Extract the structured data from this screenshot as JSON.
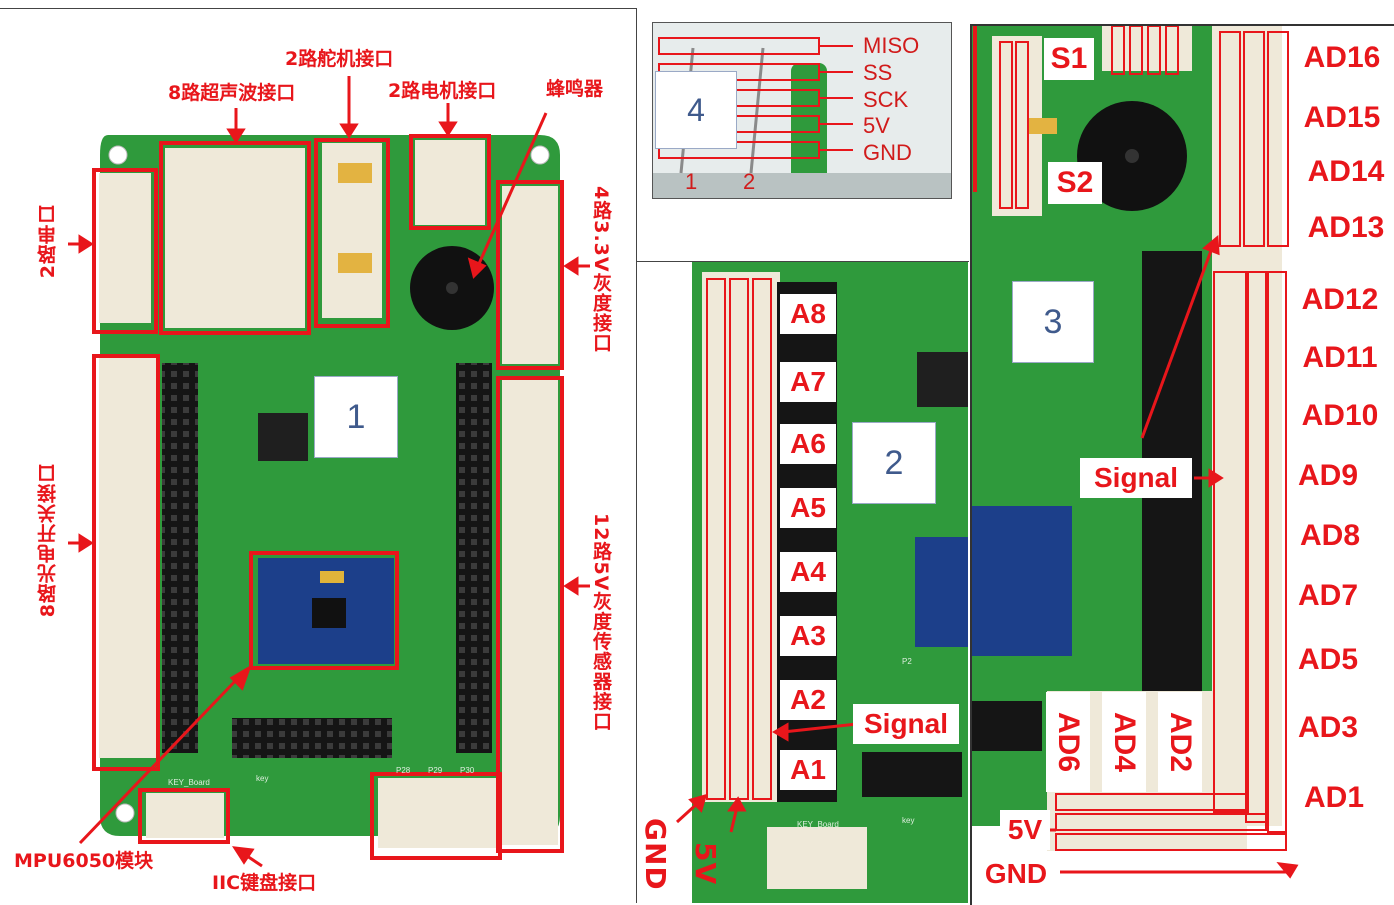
{
  "panel1": {
    "number": "1",
    "labels": {
      "ultrasonic": "8路超声波接口",
      "servo": "2路舵机接口",
      "motor": "2路电机接口",
      "buzzer": "蜂鸣器",
      "serial": "2路串口",
      "gray33": "4路3.3V灰度接口",
      "photo": "8路光电开关接口",
      "gray5": "12路5V灰度传感器接口",
      "mpu": "MPU6050模块",
      "iic": "IIC键盘接口"
    },
    "silk": {
      "key_board": "KEY_Board",
      "key": "key",
      "p28": "P28",
      "p29": "P29",
      "p30": "P30"
    }
  },
  "panel4": {
    "number": "4",
    "pins": [
      "MISO",
      "SS",
      "SCK",
      "5V",
      "GND"
    ],
    "cols": [
      "1",
      "2"
    ]
  },
  "panel2": {
    "number": "2",
    "channels": [
      "A8",
      "A7",
      "A6",
      "A5",
      "A4",
      "A3",
      "A2",
      "A1"
    ],
    "signal": "Signal",
    "gnd": "GND",
    "v5": "5V",
    "silk": {
      "key_board": "KEY_Board",
      "key": "key",
      "p2": "P2"
    }
  },
  "panel3": {
    "number": "3",
    "right_top": [
      "AD16",
      "AD15",
      "AD14",
      "AD13"
    ],
    "right_bottom": [
      "AD12",
      "AD11",
      "AD10",
      "AD9",
      "AD8",
      "AD7",
      "AD5",
      "AD3",
      "AD1"
    ],
    "bottom_vertical": [
      "AD6",
      "AD4",
      "AD2"
    ],
    "s1": "S1",
    "s2": "S2",
    "signal": "Signal",
    "v5": "5V",
    "gnd": "GND"
  },
  "colors": {
    "accent": "#e8161b",
    "pcb": "#2f9a3c",
    "callout_text": "#3f5a8c"
  }
}
